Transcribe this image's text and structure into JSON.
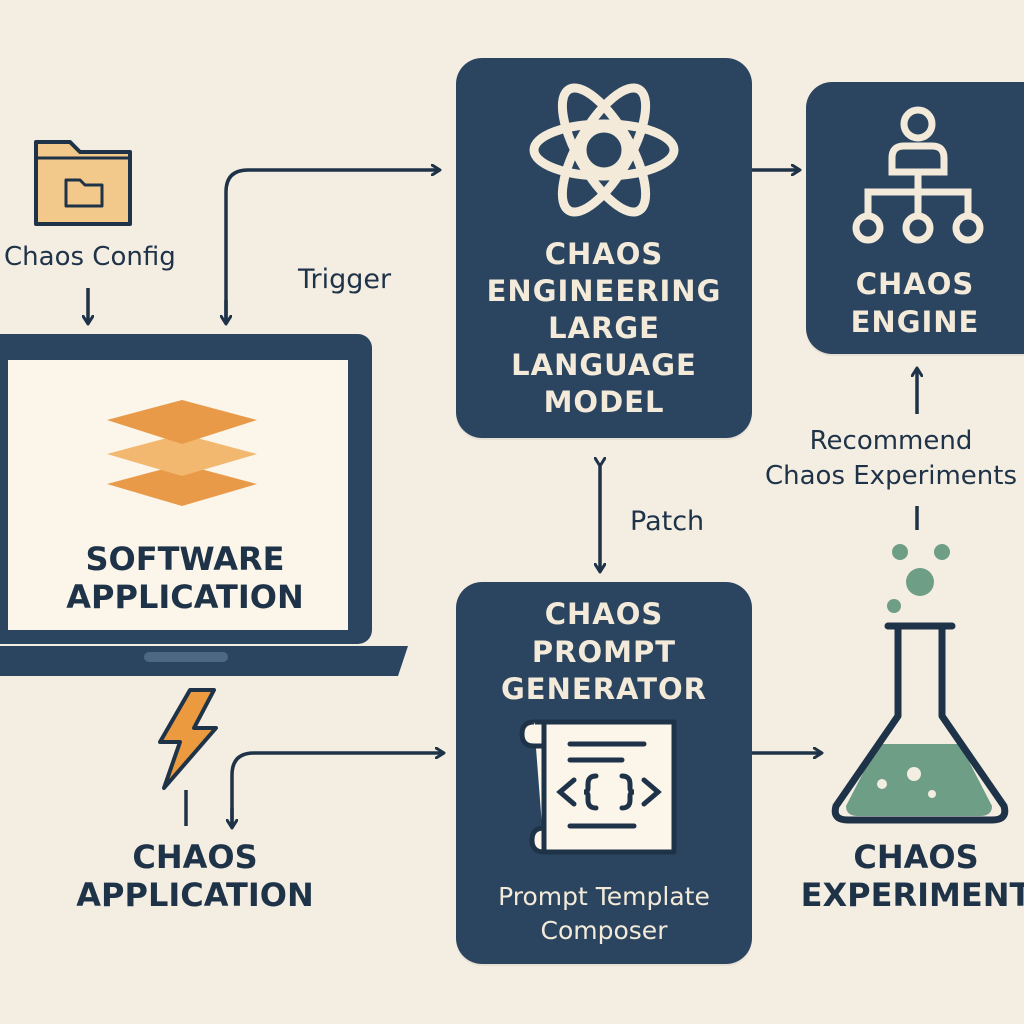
{
  "colors": {
    "background": "#f4ede2",
    "box": "#2b4560",
    "box_text": "#f3ead9",
    "orange": "#e99a45",
    "green": "#6f9e86",
    "ink": "#1f3348"
  },
  "config": {
    "label": "Chaos Config",
    "icon": "folder-icon"
  },
  "app": {
    "title": "SOFTWARE\nAPPLICATION",
    "icon": "layers-icon",
    "device": "laptop-icon"
  },
  "llm": {
    "title": "CHAOS\nENGINEERING\nLARGE\nLANGUAGE\nMODEL",
    "icon": "atom-icon"
  },
  "engine": {
    "title": "CHAOS\nENGINE",
    "icon": "hierarchy-icon"
  },
  "generator": {
    "title": "CHAOS\nPROMPT\nGENERATOR",
    "sub": "Prompt Template\nComposer",
    "icon": "code-scroll-icon"
  },
  "chaos_app": {
    "title": "CHAOS\nAPPLICATION",
    "icon": "lightning-icon"
  },
  "experiment": {
    "title": "CHAOS\nEXPERIMENT",
    "icon": "flask-icon"
  },
  "edges": {
    "trigger": "Trigger",
    "patch": "Patch",
    "recommend": "Recommend\nChaos Experiments"
  }
}
